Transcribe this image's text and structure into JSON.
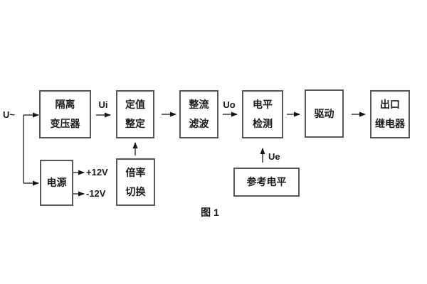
{
  "figure": {
    "caption": "图 1",
    "background_color": "#ffffff",
    "line_color": "#3a3a3a",
    "text_color": "#1c1c1c"
  },
  "blocks": {
    "isolation_transformer": "隔离\n变压器",
    "setpoint_adjust": "定值\n整定",
    "rectifier_filter": "整流\n滤波",
    "level_detection": "电平\n检测",
    "drive": "驱动",
    "output_relay": "出口\n继电器",
    "power_supply": "电源",
    "ratio_switch": "倍率\n切换",
    "reference_level": "参考电平"
  },
  "labels": {
    "input_voltage": "U~",
    "ui": "Ui",
    "uo": "Uo",
    "ue": "Ue",
    "plus_12v": "+12V",
    "minus_12v": "-12V"
  },
  "connections": [
    {
      "from": "input_voltage",
      "to": "isolation_transformer",
      "label": "U~"
    },
    {
      "from": "input_voltage",
      "to": "power_supply",
      "label": "U~"
    },
    {
      "from": "isolation_transformer",
      "to": "setpoint_adjust",
      "label": "Ui"
    },
    {
      "from": "setpoint_adjust",
      "to": "rectifier_filter",
      "label": ""
    },
    {
      "from": "rectifier_filter",
      "to": "level_detection",
      "label": "Uo"
    },
    {
      "from": "level_detection",
      "to": "drive",
      "label": ""
    },
    {
      "from": "drive",
      "to": "output_relay",
      "label": ""
    },
    {
      "from": "power_supply",
      "to": "out",
      "label": "+12V"
    },
    {
      "from": "power_supply",
      "to": "out",
      "label": "-12V"
    },
    {
      "from": "ratio_switch",
      "to": "setpoint_adjust",
      "label": ""
    },
    {
      "from": "reference_level",
      "to": "level_detection",
      "label": "Ue"
    }
  ]
}
